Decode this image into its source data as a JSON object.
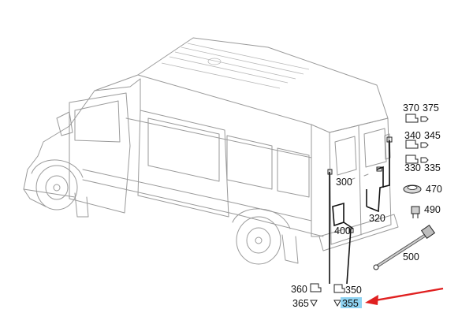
{
  "callouts": [
    {
      "id": "c370",
      "text": "370"
    },
    {
      "id": "c375",
      "text": "375"
    },
    {
      "id": "c340",
      "text": "340"
    },
    {
      "id": "c345",
      "text": "345"
    },
    {
      "id": "c330",
      "text": "330"
    },
    {
      "id": "c335",
      "text": "335"
    },
    {
      "id": "c470",
      "text": "470"
    },
    {
      "id": "c490",
      "text": "490"
    },
    {
      "id": "c300",
      "text": "300"
    },
    {
      "id": "c320",
      "text": "320"
    },
    {
      "id": "c400",
      "text": "400"
    },
    {
      "id": "c500",
      "text": "500"
    },
    {
      "id": "c360",
      "text": "360"
    },
    {
      "id": "c350",
      "text": "350"
    },
    {
      "id": "c365",
      "text": "365"
    },
    {
      "id": "c355",
      "text": "355"
    }
  ],
  "highlight": {
    "part": "355",
    "color": "#8fd3f2"
  },
  "arrow": {
    "color": "#e02020",
    "points_to": "355"
  }
}
